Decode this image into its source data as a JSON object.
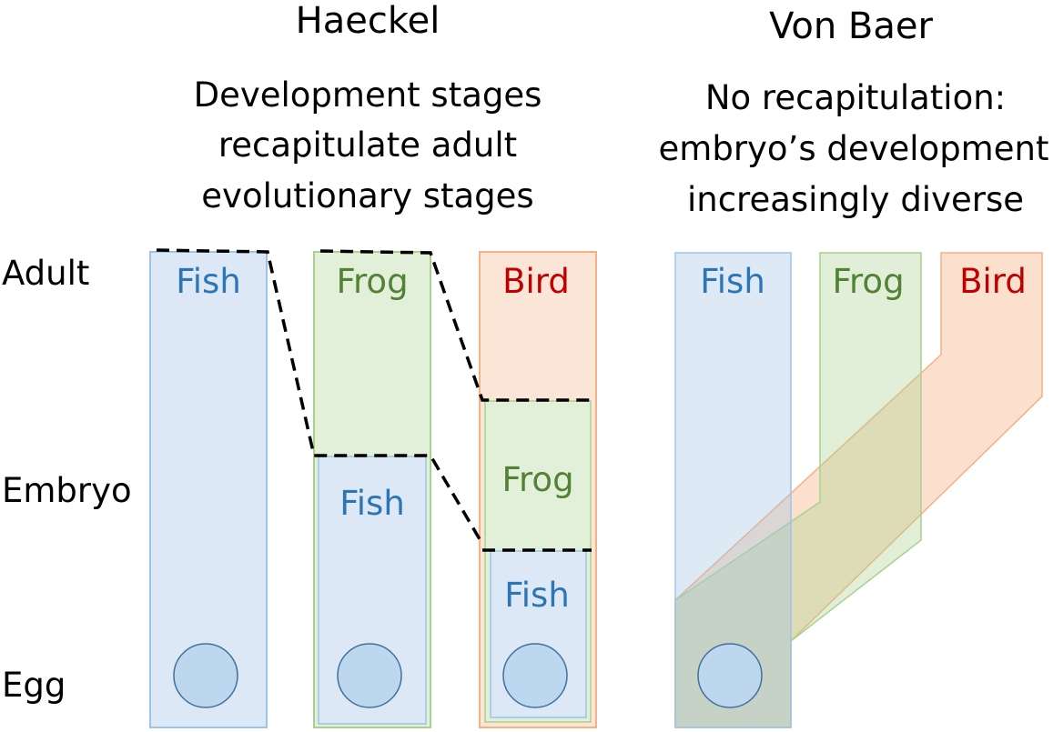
{
  "haeckel": {
    "title": "Haeckel",
    "caption": [
      "Development stages",
      "recapitulate adult",
      "evolutionary stages"
    ]
  },
  "vonbaer": {
    "title": "Von Baer",
    "caption": [
      "No recapitulation:",
      "embryo’s development",
      "increasingly diverse"
    ]
  },
  "stages": {
    "adult": "Adult",
    "embryo": "Embryo",
    "egg": "Egg"
  },
  "species": {
    "fish": "Fish",
    "frog": "Frog",
    "bird": "Bird"
  },
  "colors": {
    "fish_fill": "#dce8f5",
    "fish_stroke": "#9dc3e6",
    "fish_text": "#2e75b6",
    "frog_fill": "#e2efd9",
    "frog_stroke": "#a9d18e",
    "frog_text": "#548235",
    "bird_fill": "#fbe5d6",
    "bird_stroke": "#f4b183",
    "bird_text": "#c00000",
    "egg_fill": "#bdd7ee",
    "egg_stroke": "#41719c"
  }
}
